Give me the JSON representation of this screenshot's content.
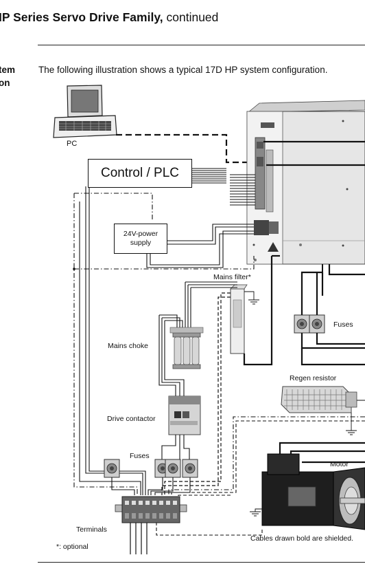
{
  "header": {
    "title_bold": "IP Series Servo Drive Family,",
    "title_rest": " continued"
  },
  "side_heading": {
    "line1": "tem",
    "line2": "on"
  },
  "intro_text": "The following illustration shows a typical 17D HP system configuration.",
  "diagram": {
    "pc": "PC",
    "control_plc": "Control / PLC",
    "power_supply_line1": "24V-power",
    "power_supply_line2": "supply",
    "mains_filter": "Mains filter*",
    "mains_choke": "Mains choke",
    "drive_contactor": "Drive contactor",
    "fuses_left": "Fuses",
    "fuses_right": "Fuses",
    "regen_resistor": "Regen resistor",
    "motor": "Motor",
    "terminals": "Terminals",
    "optional_note": "*: optional",
    "shield_note": "Cables drawn bold are shielded."
  }
}
